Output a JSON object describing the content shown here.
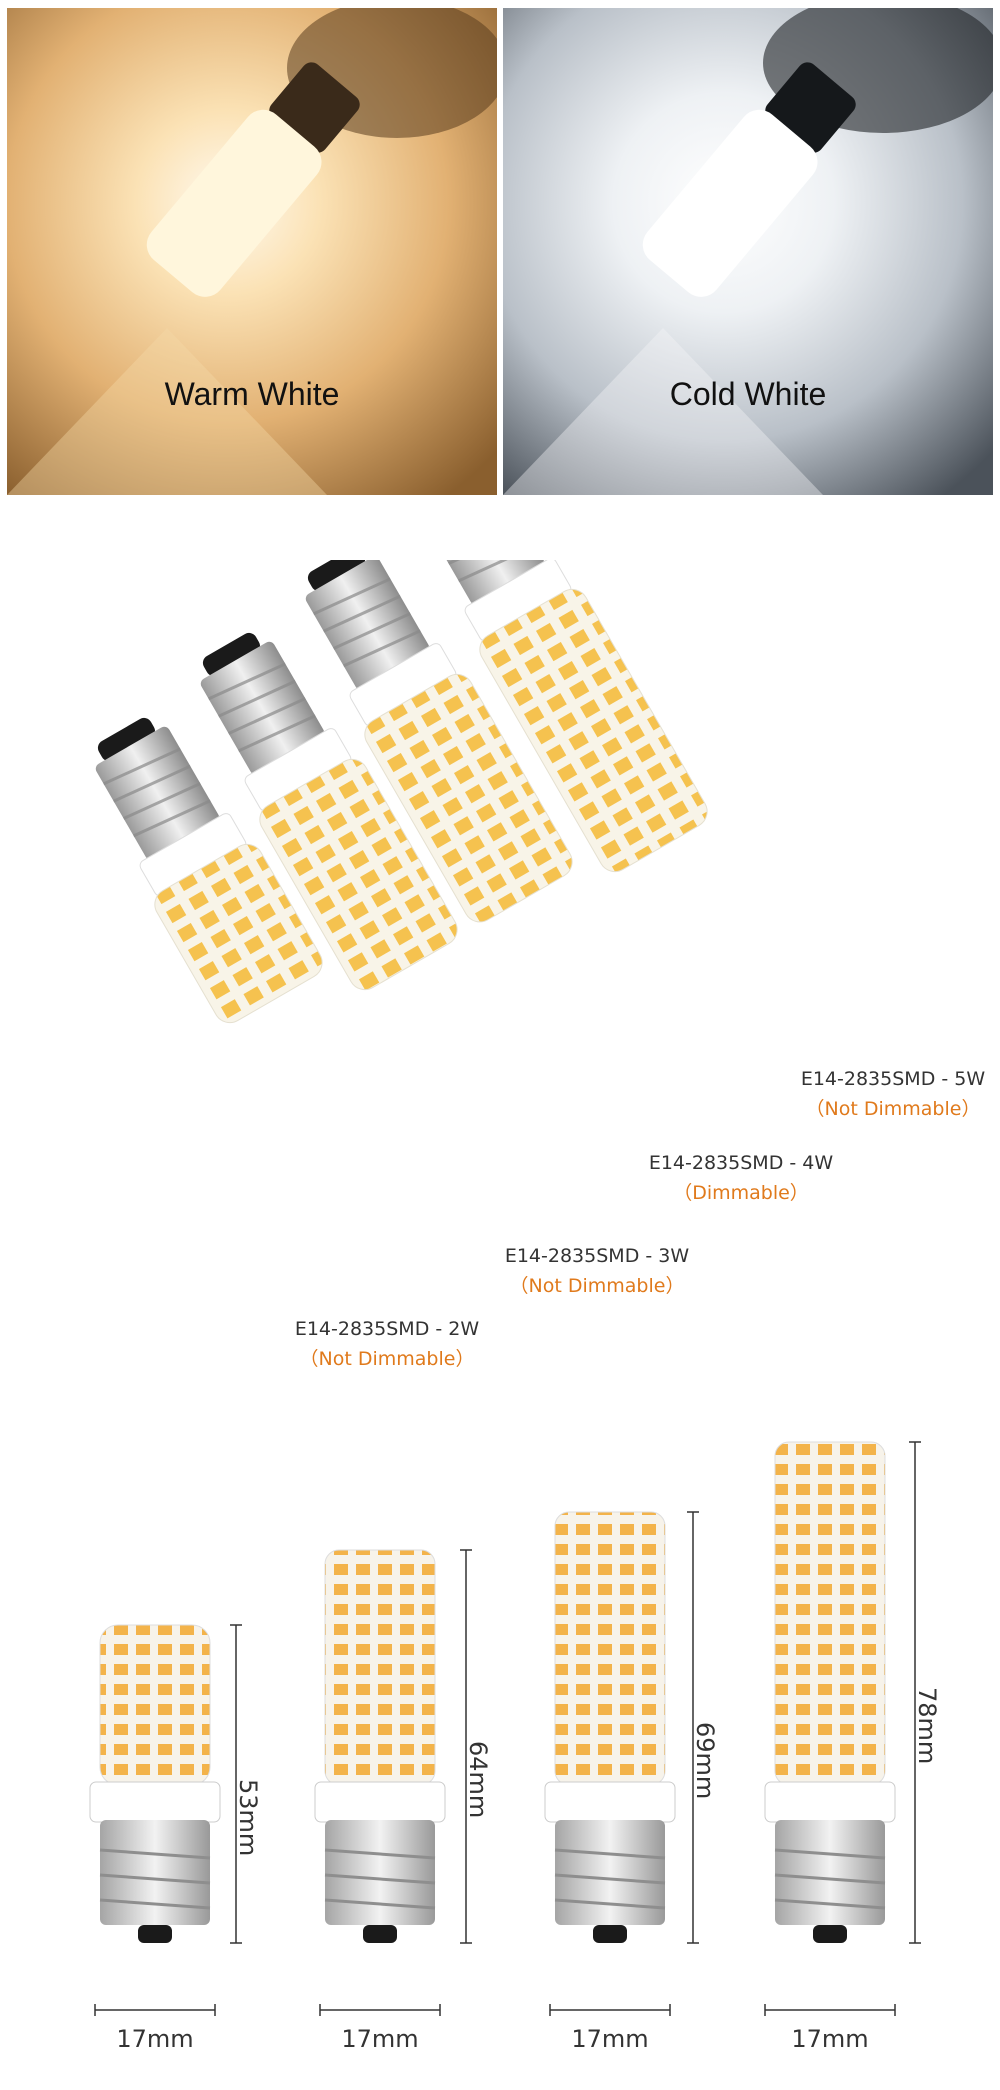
{
  "photos": [
    {
      "caption": "Warm White",
      "tone": "#f3c98a"
    },
    {
      "caption": "Cold White",
      "tone": "#e9eef3"
    }
  ],
  "products": [
    {
      "model": "E14-2835SMD - 2W",
      "dimmable": "（Not Dimmable）"
    },
    {
      "model": "E14-2835SMD - 3W",
      "dimmable": "（Not Dimmable）"
    },
    {
      "model": "E14-2835SMD - 4W",
      "dimmable": "（Dimmable）"
    },
    {
      "model": "E14-2835SMD - 5W",
      "dimmable": "（Not Dimmable）"
    }
  ],
  "dimensions": [
    {
      "height": "53mm",
      "width": "17mm"
    },
    {
      "height": "64mm",
      "width": "17mm"
    },
    {
      "height": "69mm",
      "width": "17mm"
    },
    {
      "height": "78mm",
      "width": "17mm"
    }
  ],
  "colors": {
    "accent_orange": "#e07a1c",
    "led_yellow": "#f7c95c",
    "metal": "#c9c9c9"
  }
}
